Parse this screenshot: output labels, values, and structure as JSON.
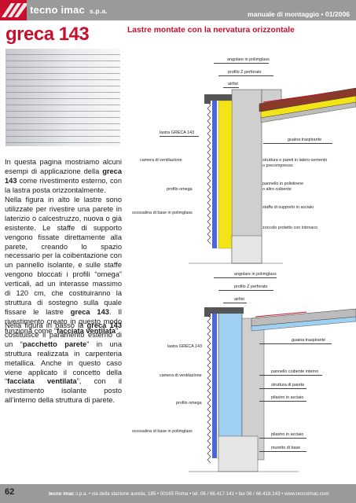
{
  "header": {
    "brand": "tecno imac",
    "brand_suffix": "s.p.a.",
    "manual": "manuale di montaggio • 01/2006"
  },
  "product": "greca 143",
  "page_heading": "Lastre montate con la nervatura orizzontale",
  "body": {
    "p1": [
      "In questa pagina mostriamo alcuni esempi di applicazione della ",
      "greca 143",
      " come rivestimento esterno, con la lastra posta orizzontalmente."
    ],
    "p2": [
      "Nella figura in alto le lastre sono utilizzate per rivestire una parete in laterizio o calcestruzzo, nuova o già esistente. Le staffe di supporto vengono fissate direttamente alla parete, creando lo spazio necessario per la coibentazione con un pannello isolante, e sulle staffe vengono bloccati i profili “omega” verticali, ad un interasse massimo di 120 cm, che costituiranno la struttura di sostegno sulla quale fissare le lastre ",
      "greca 143",
      ". Il rivestimento creato in questo modo funziona come “",
      "facciata ventilata",
      "”"
    ],
    "p3": [
      "Nella figura in basso la ",
      "greca 143",
      " costituisce il paramento esterno di un “",
      "pacchetto parete",
      "” in una struttura realizzata in carpenteria metallica. Anche in questo caso viene applicato il concetto della “",
      "facciata ventilata",
      "”, con il rivestimento isolante posto all’interno della struttura di parete."
    ]
  },
  "diagram_top": {
    "labels": {
      "angolare": "angolare in polimglass",
      "profilo_z": "profilo Z perforato",
      "airfist": "airfist",
      "lastra": "lastra GRECA 143",
      "guaina": "guaina traspirante",
      "camera": "camera di ventilazione",
      "struttura_1": "struttura e pareti in latero-cemento",
      "struttura_2": "o precompresso",
      "profilo_omega": "profilo omega",
      "pannello_1": "pannello in polistirene",
      "pannello_2": "o altro coibente",
      "scossalina": "scossalina di base in polimglass",
      "staffa": "staffa di supporto in acciaio",
      "zoccolo": "zoccolo protetto con intonaco"
    }
  },
  "diagram_bottom": {
    "labels": {
      "angolare": "angolare in polimglass",
      "profilo_z": "profilo Z perforato",
      "airfist": "airfist",
      "lastra": "lastra GRECA 143",
      "guaina": "guaina traspirante",
      "camera": "camera di ventilazione",
      "pannello": "pannello coibente interno",
      "struttura": "struttura di parete",
      "profilo_omega": "profilo omega",
      "pilastro_1": "pilastro in acciaio",
      "scossalina": "scossalina di base in polimglass",
      "pilastro_2": "pilastro in acciaio",
      "muretto": "muretto di base"
    }
  },
  "footer": {
    "page": "62",
    "brand": "tecno imac",
    "brand_suffix": "s.p.a.",
    "address": " • via della stazione aurelia, 185 • 00165 Roma • tel. 06 / 66.417.141 • fax 06 / 66.418.143 • www.tecnoimac.com"
  },
  "colors": {
    "brand_red": "#c8102e",
    "bar_grey": "#9a9a9a",
    "panel_yellow": "#f2e417",
    "panel_blue": "#9fd0f2",
    "concrete": "#cfcfcf"
  }
}
